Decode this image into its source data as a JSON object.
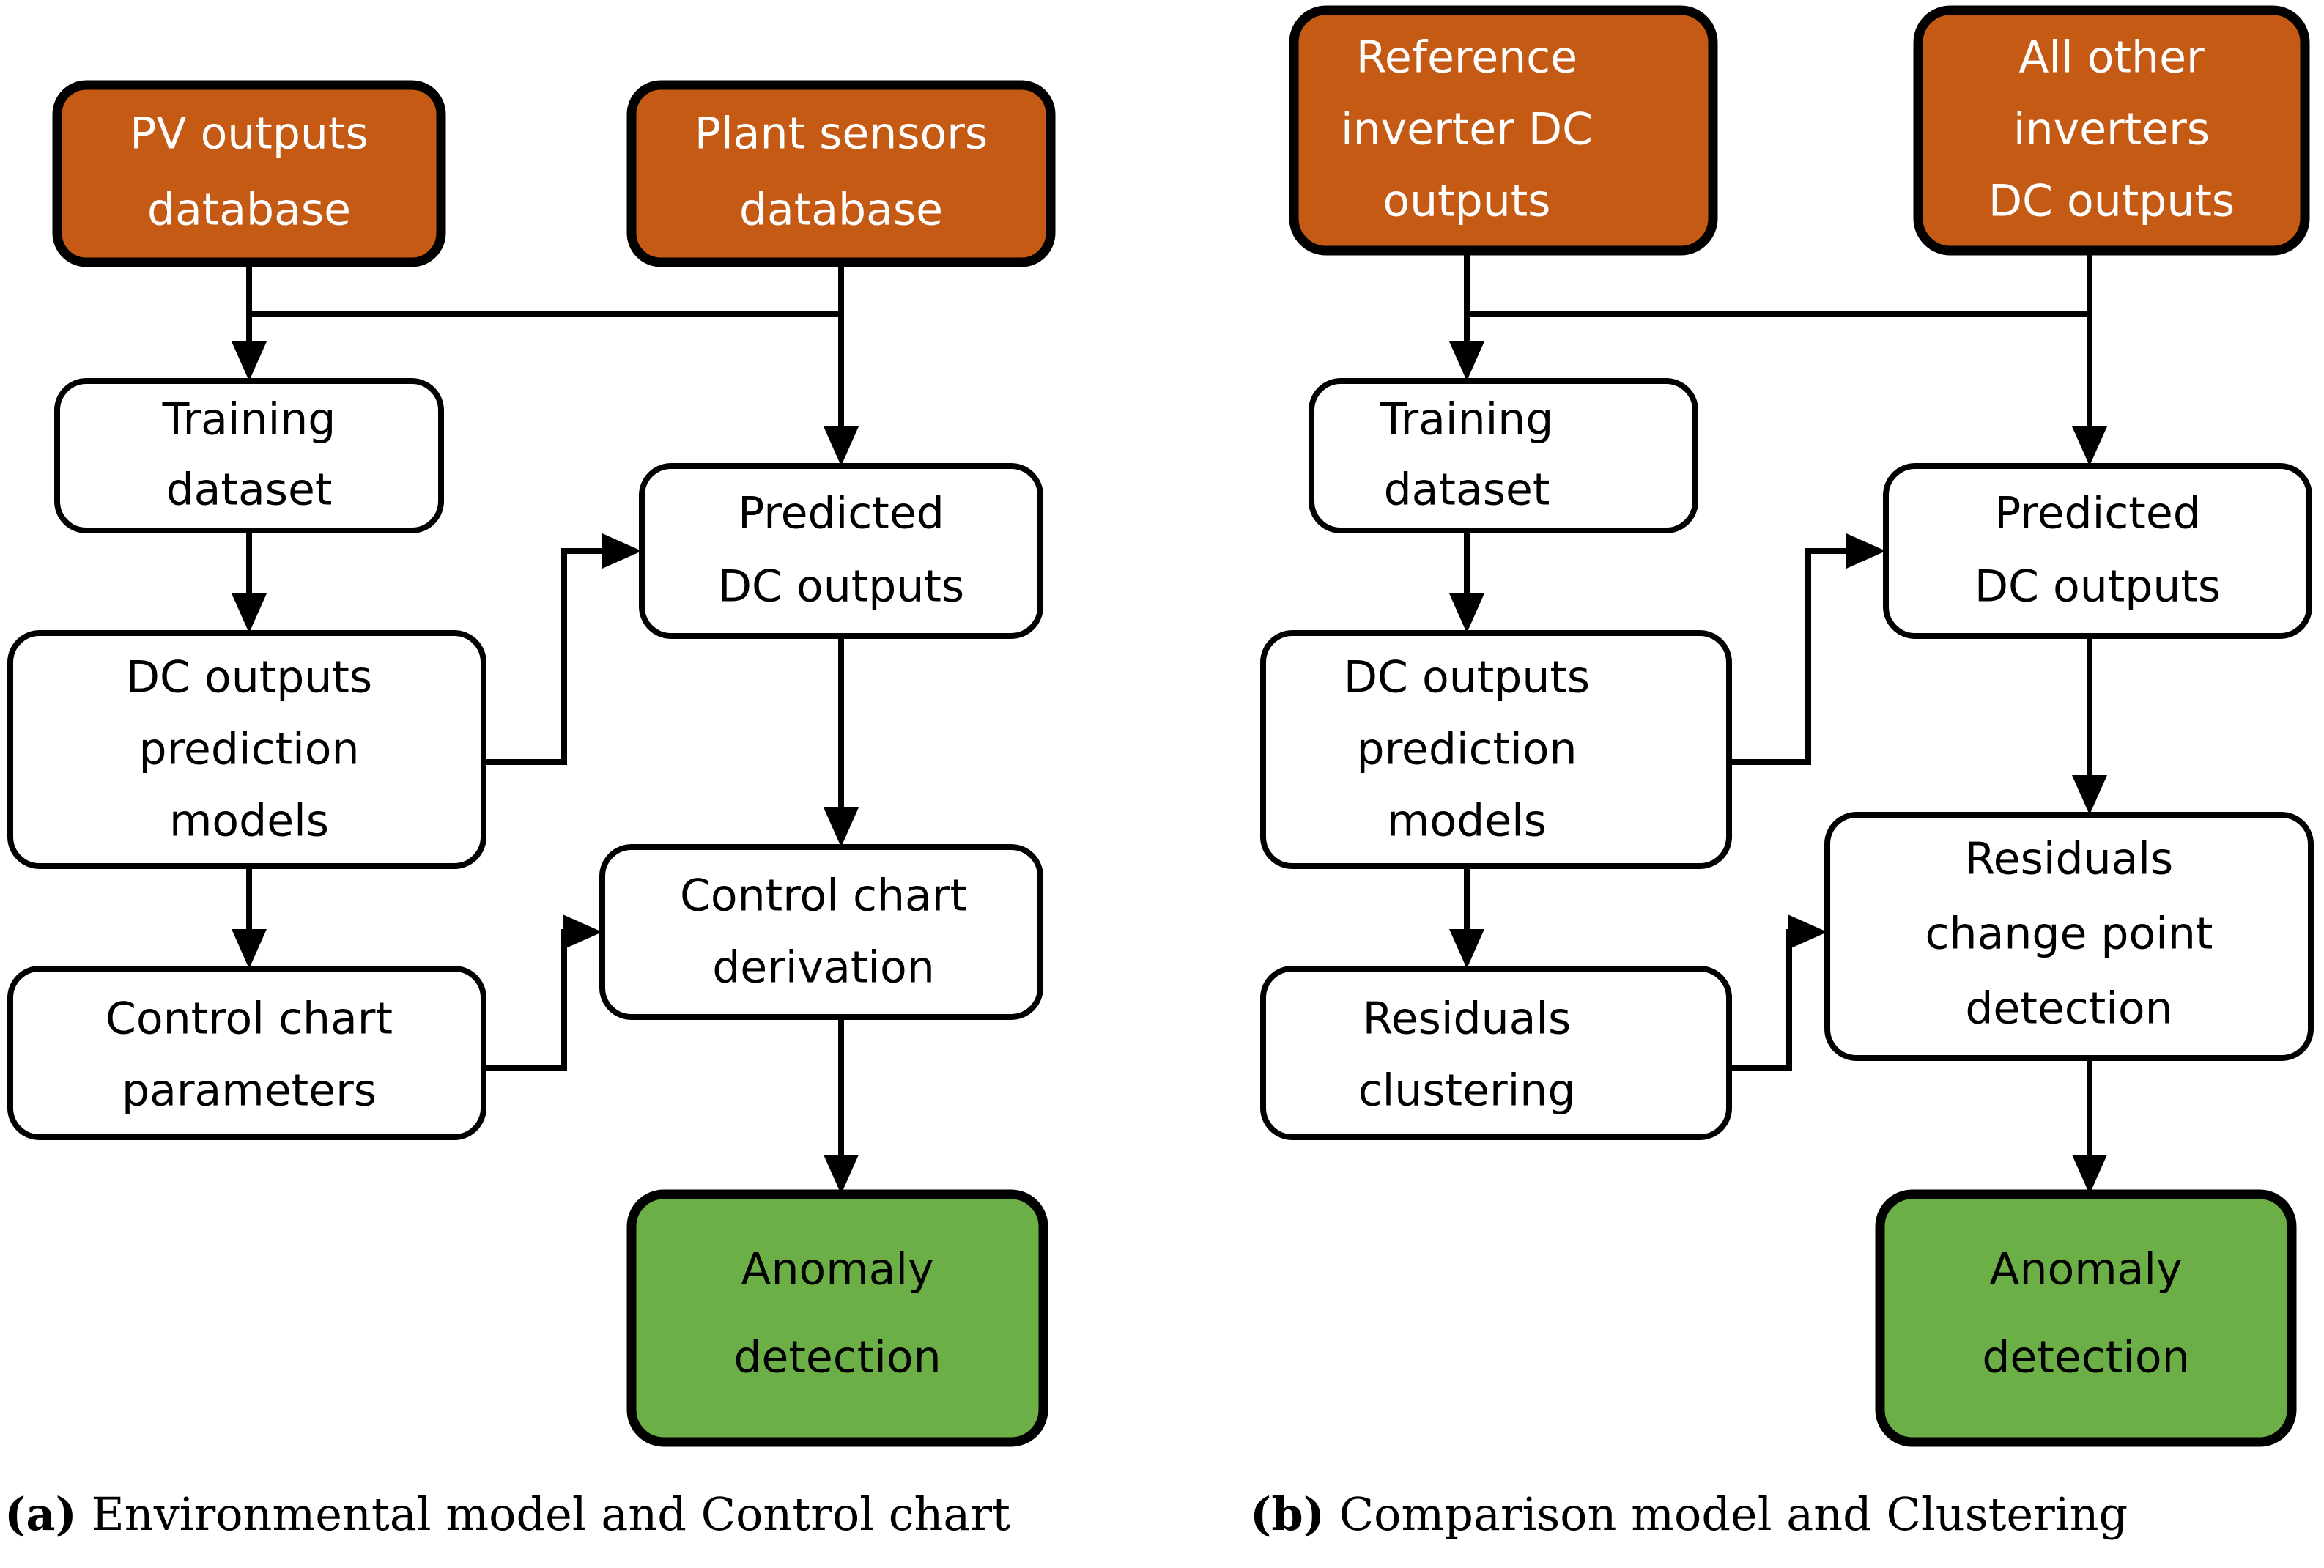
{
  "figure": {
    "type": "flowchart",
    "panels": [
      {
        "id": "a",
        "caption_marker": "(a)",
        "caption_text": " Environmental model and Control chart",
        "nodes": [
          {
            "id": "pv-outputs-database",
            "label": "PV outputs\ndatabase",
            "style": "source"
          },
          {
            "id": "plant-sensors-database",
            "label": "Plant sensors\ndatabase",
            "style": "source"
          },
          {
            "id": "training-dataset",
            "label": "Training\ndataset",
            "style": "process"
          },
          {
            "id": "dc-outputs-prediction-models",
            "label": "DC outputs\nprediction\nmodels",
            "style": "process"
          },
          {
            "id": "control-chart-parameters",
            "label": "Control chart\nparameters",
            "style": "process"
          },
          {
            "id": "predicted-dc-outputs",
            "label": "Predicted\nDC outputs",
            "style": "process"
          },
          {
            "id": "control-chart-derivation",
            "label": "Control chart\nderivation",
            "style": "process"
          },
          {
            "id": "anomaly-detection",
            "label": "Anomaly\ndetection",
            "style": "result"
          }
        ],
        "edges": [
          {
            "from": "pv-outputs-database",
            "to": "training-dataset"
          },
          {
            "from": "pv-outputs-database",
            "to": "predicted-dc-outputs"
          },
          {
            "from": "plant-sensors-database",
            "to": "predicted-dc-outputs"
          },
          {
            "from": "training-dataset",
            "to": "dc-outputs-prediction-models"
          },
          {
            "from": "dc-outputs-prediction-models",
            "to": "control-chart-parameters"
          },
          {
            "from": "dc-outputs-prediction-models",
            "to": "predicted-dc-outputs"
          },
          {
            "from": "predicted-dc-outputs",
            "to": "control-chart-derivation"
          },
          {
            "from": "control-chart-parameters",
            "to": "control-chart-derivation"
          },
          {
            "from": "control-chart-derivation",
            "to": "anomaly-detection"
          }
        ]
      },
      {
        "id": "b",
        "caption_marker": "(b)",
        "caption_text": " Comparison model and Clustering",
        "nodes": [
          {
            "id": "reference-inverter-dc-outputs",
            "label": "Reference\ninverter DC\noutputs",
            "style": "source"
          },
          {
            "id": "all-other-inverters-dc-outputs",
            "label": "All other\ninverters\nDC outputs",
            "style": "source"
          },
          {
            "id": "training-dataset",
            "label": "Training\ndataset",
            "style": "process"
          },
          {
            "id": "dc-outputs-prediction-models",
            "label": "DC outputs\nprediction\nmodels",
            "style": "process"
          },
          {
            "id": "residuals-clustering",
            "label": "Residuals\nclustering",
            "style": "process"
          },
          {
            "id": "predicted-dc-outputs",
            "label": "Predicted\nDC outputs",
            "style": "process"
          },
          {
            "id": "residuals-change-point-detection",
            "label": "Residuals\nchange point\ndetection",
            "style": "process"
          },
          {
            "id": "anomaly-detection",
            "label": "Anomaly\ndetection",
            "style": "result"
          }
        ],
        "edges": [
          {
            "from": "reference-inverter-dc-outputs",
            "to": "training-dataset"
          },
          {
            "from": "reference-inverter-dc-outputs",
            "to": "predicted-dc-outputs"
          },
          {
            "from": "all-other-inverters-dc-outputs",
            "to": "predicted-dc-outputs"
          },
          {
            "from": "training-dataset",
            "to": "dc-outputs-prediction-models"
          },
          {
            "from": "dc-outputs-prediction-models",
            "to": "residuals-clustering"
          },
          {
            "from": "dc-outputs-prediction-models",
            "to": "predicted-dc-outputs"
          },
          {
            "from": "predicted-dc-outputs",
            "to": "residuals-change-point-detection"
          },
          {
            "from": "residuals-clustering",
            "to": "residuals-change-point-detection"
          },
          {
            "from": "residuals-change-point-detection",
            "to": "anomaly-detection"
          }
        ]
      }
    ],
    "colors": {
      "source_fill": "#C55A14",
      "source_text": "#FFFFFF",
      "process_fill": "#FFFFFF",
      "process_text": "#000000",
      "result_fill": "#6CAF46",
      "result_text": "#000000",
      "stroke": "#000000",
      "background": "#FFFFFF"
    }
  },
  "a": {
    "n0": {
      "l1": "PV outputs",
      "l2": "database"
    },
    "n1": {
      "l1": "Plant sensors",
      "l2": "database"
    },
    "n2": {
      "l1": "Training",
      "l2": "dataset"
    },
    "n3": {
      "l1": "DC outputs",
      "l2": "prediction",
      "l3": "models"
    },
    "n4": {
      "l1": "Control chart",
      "l2": "parameters"
    },
    "n5": {
      "l1": "Predicted",
      "l2": "DC outputs"
    },
    "n6": {
      "l1": "Control chart",
      "l2": "derivation"
    },
    "n7": {
      "l1": "Anomaly",
      "l2": "detection"
    },
    "cap_marker": "(a)",
    "cap_text": " Environmental model and Control chart"
  },
  "b": {
    "n0": {
      "l1": "Reference",
      "l2": "inverter DC",
      "l3": "outputs"
    },
    "n1": {
      "l1": "All other",
      "l2": "inverters",
      "l3": "DC outputs"
    },
    "n2": {
      "l1": "Training",
      "l2": "dataset"
    },
    "n3": {
      "l1": "DC outputs",
      "l2": "prediction",
      "l3": "models"
    },
    "n4": {
      "l1": "Residuals",
      "l2": "clustering"
    },
    "n5": {
      "l1": "Predicted",
      "l2": "DC outputs"
    },
    "n6": {
      "l1": "Residuals",
      "l2": "change point",
      "l3": "detection"
    },
    "n7": {
      "l1": "Anomaly",
      "l2": "detection"
    },
    "cap_marker": "(b)",
    "cap_text": " Comparison model and Clustering"
  }
}
